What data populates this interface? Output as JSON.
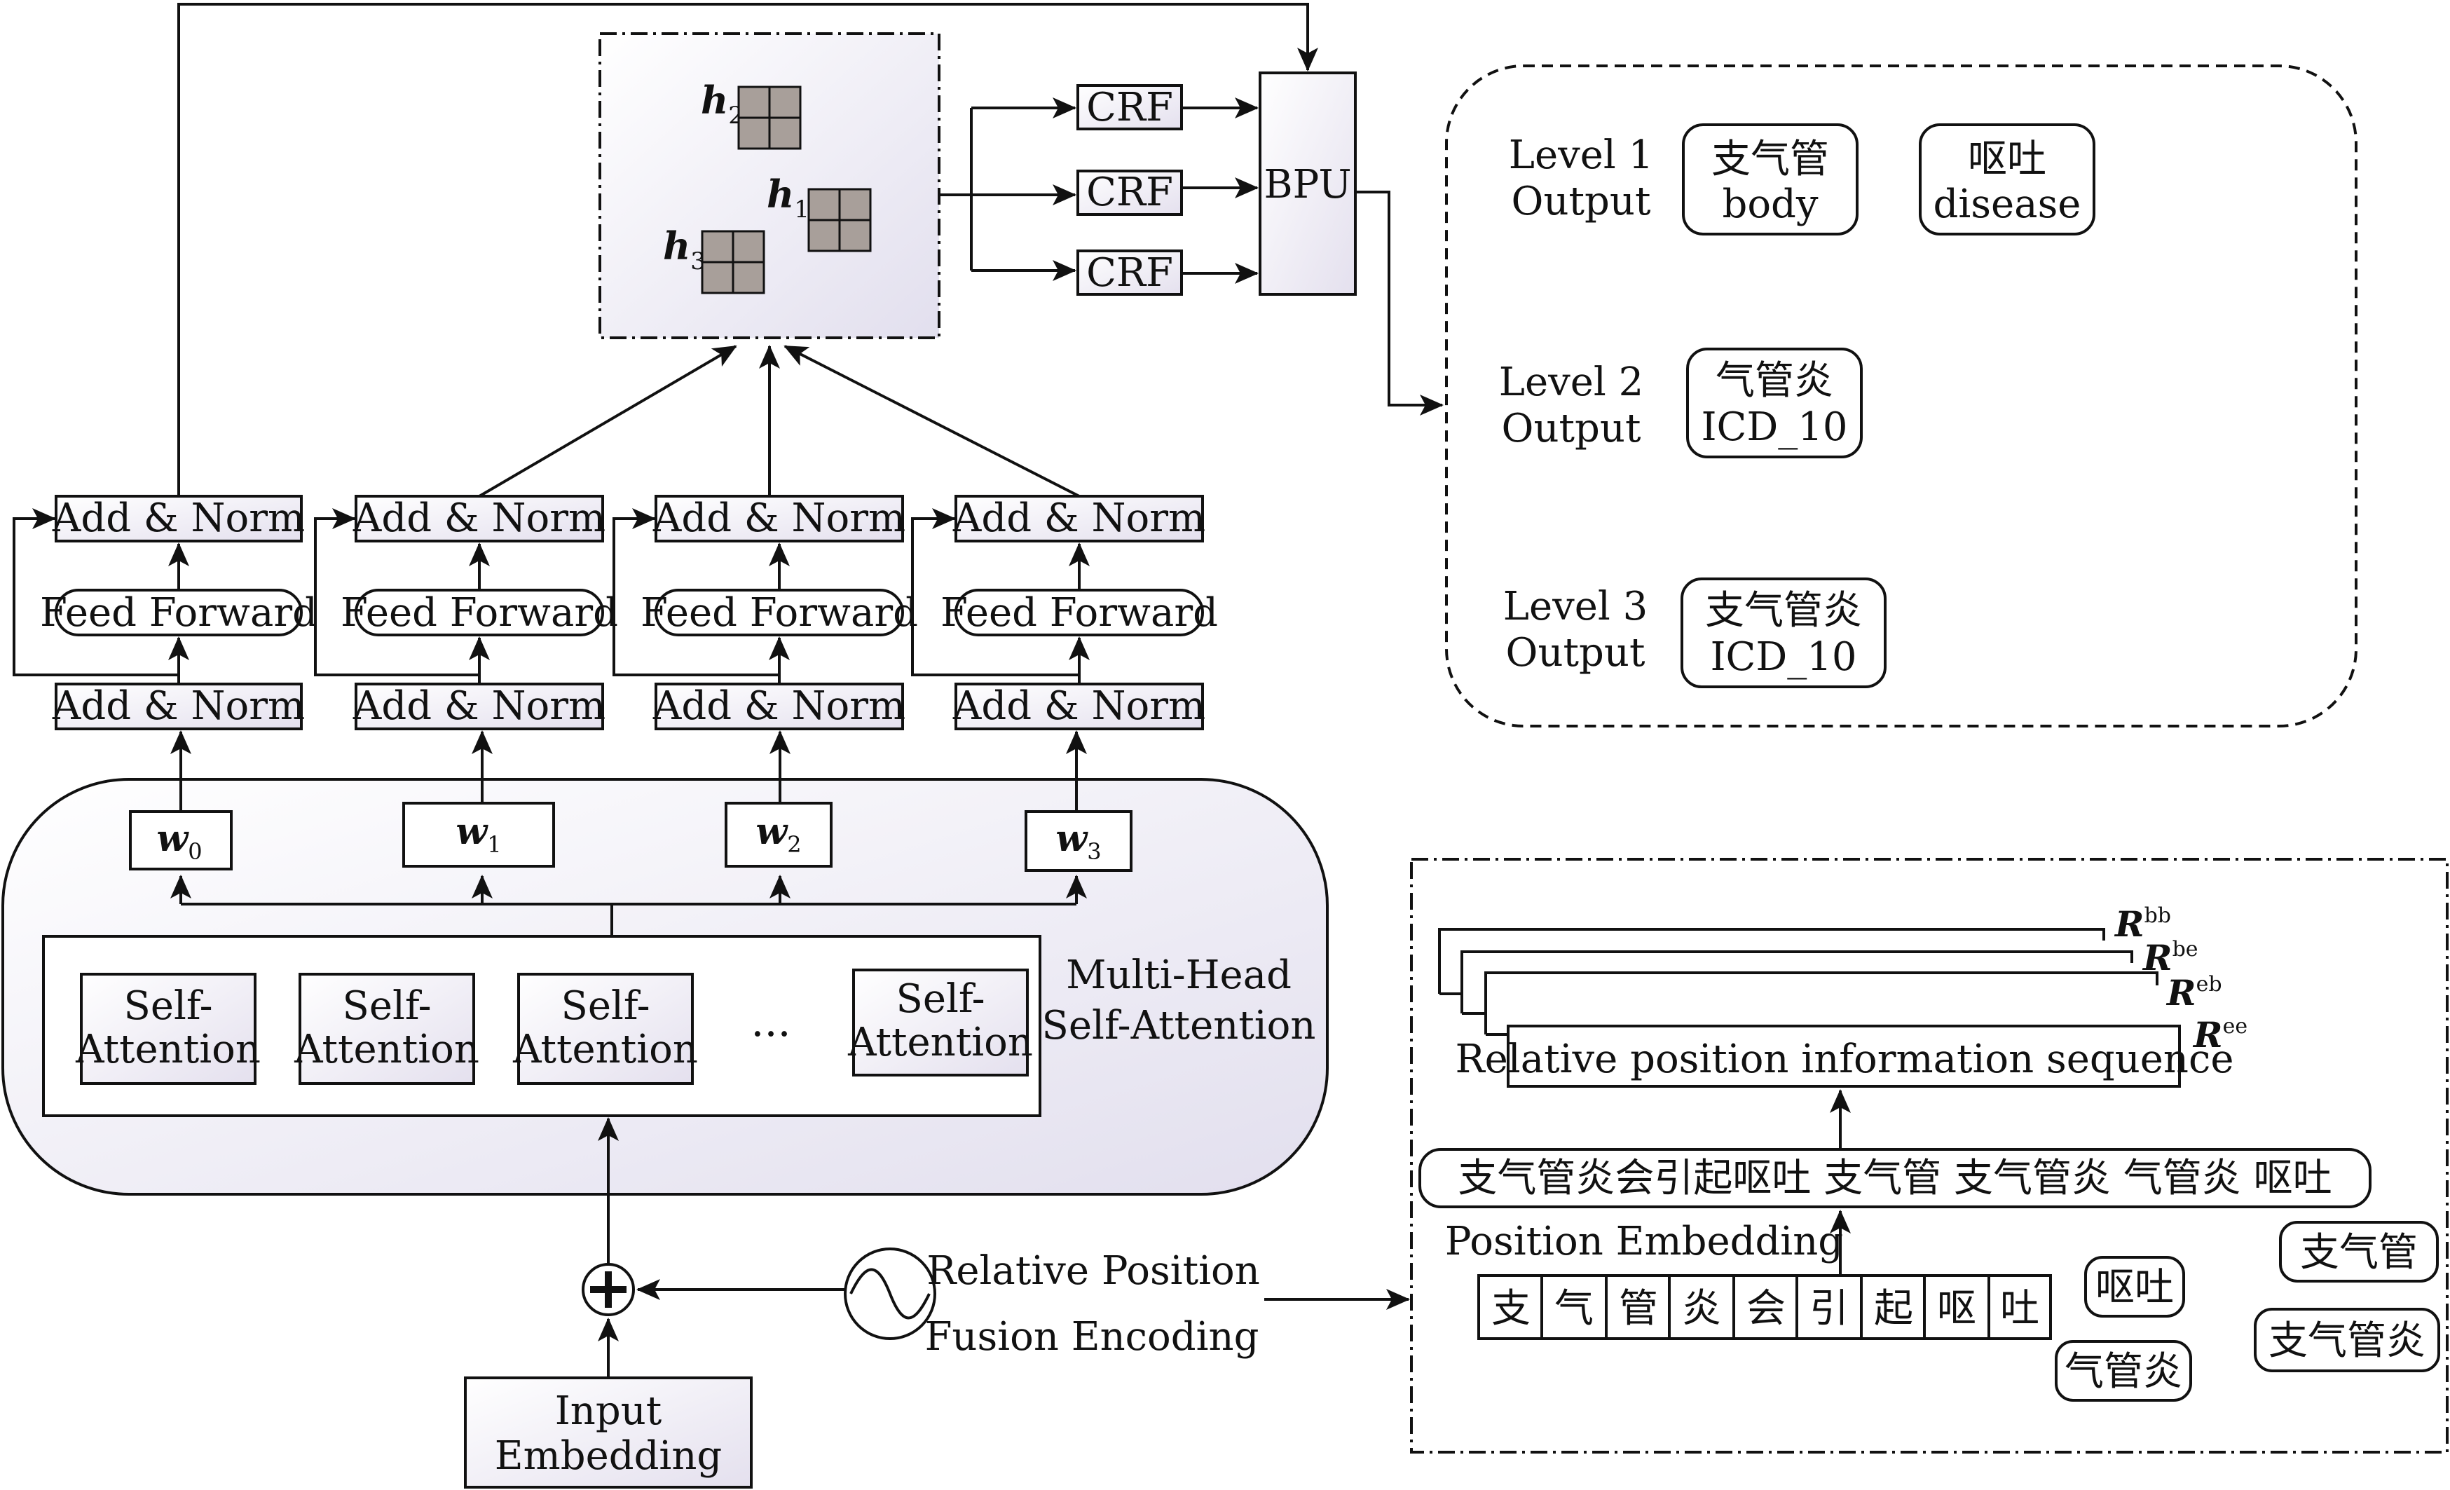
{
  "add_norm_label": "Add & Norm",
  "feed_forward_label": "Feed Forward",
  "weights": [
    "w",
    "w",
    "w",
    "w"
  ],
  "weight_subscripts": [
    "0",
    "1",
    "2",
    "3"
  ],
  "hidden": [
    {
      "base": "h",
      "sub": "2"
    },
    {
      "base": "h",
      "sub": "1"
    },
    {
      "base": "h",
      "sub": "3"
    }
  ],
  "crf_label": "CRF",
  "bpu_label": "BPU",
  "self_attention": [
    "Self-",
    "Attention"
  ],
  "ellipsis": "...",
  "multi_head": [
    "Multi-Head",
    "Self-Attention"
  ],
  "input_embedding": [
    "Input",
    "Embedding"
  ],
  "relative_position": [
    "Relative Position",
    "Fusion Encoding"
  ],
  "levels": [
    {
      "label": [
        "Level 1",
        "Output"
      ],
      "boxes": [
        [
          "支气管",
          "body"
        ],
        [
          "呕吐",
          "disease"
        ]
      ]
    },
    {
      "label": [
        "Level 2",
        "Output"
      ],
      "boxes": [
        [
          "气管炎",
          "ICD_10"
        ]
      ]
    },
    {
      "label": [
        "Level 3",
        "Output"
      ],
      "boxes": [
        [
          "支气管炎",
          "ICD_10"
        ]
      ]
    }
  ],
  "relative_info": {
    "sequence_label": "Relative position information sequence",
    "matrices": [
      {
        "base": "R",
        "sup": "bb"
      },
      {
        "base": "R",
        "sup": "be"
      },
      {
        "base": "R",
        "sup": "eb"
      },
      {
        "base": "R",
        "sup": "ee"
      }
    ],
    "word_sequence": "支气管炎会引起呕吐 支气管 支气管炎 气管炎 呕吐",
    "position_embedding": "Position Embedding",
    "chars": [
      "支",
      "气",
      "管",
      "炎",
      "会",
      "引",
      "起",
      "呕",
      "吐"
    ],
    "lexicon_words": [
      "呕吐",
      "支气管",
      "气管炎",
      "支气管炎"
    ]
  }
}
